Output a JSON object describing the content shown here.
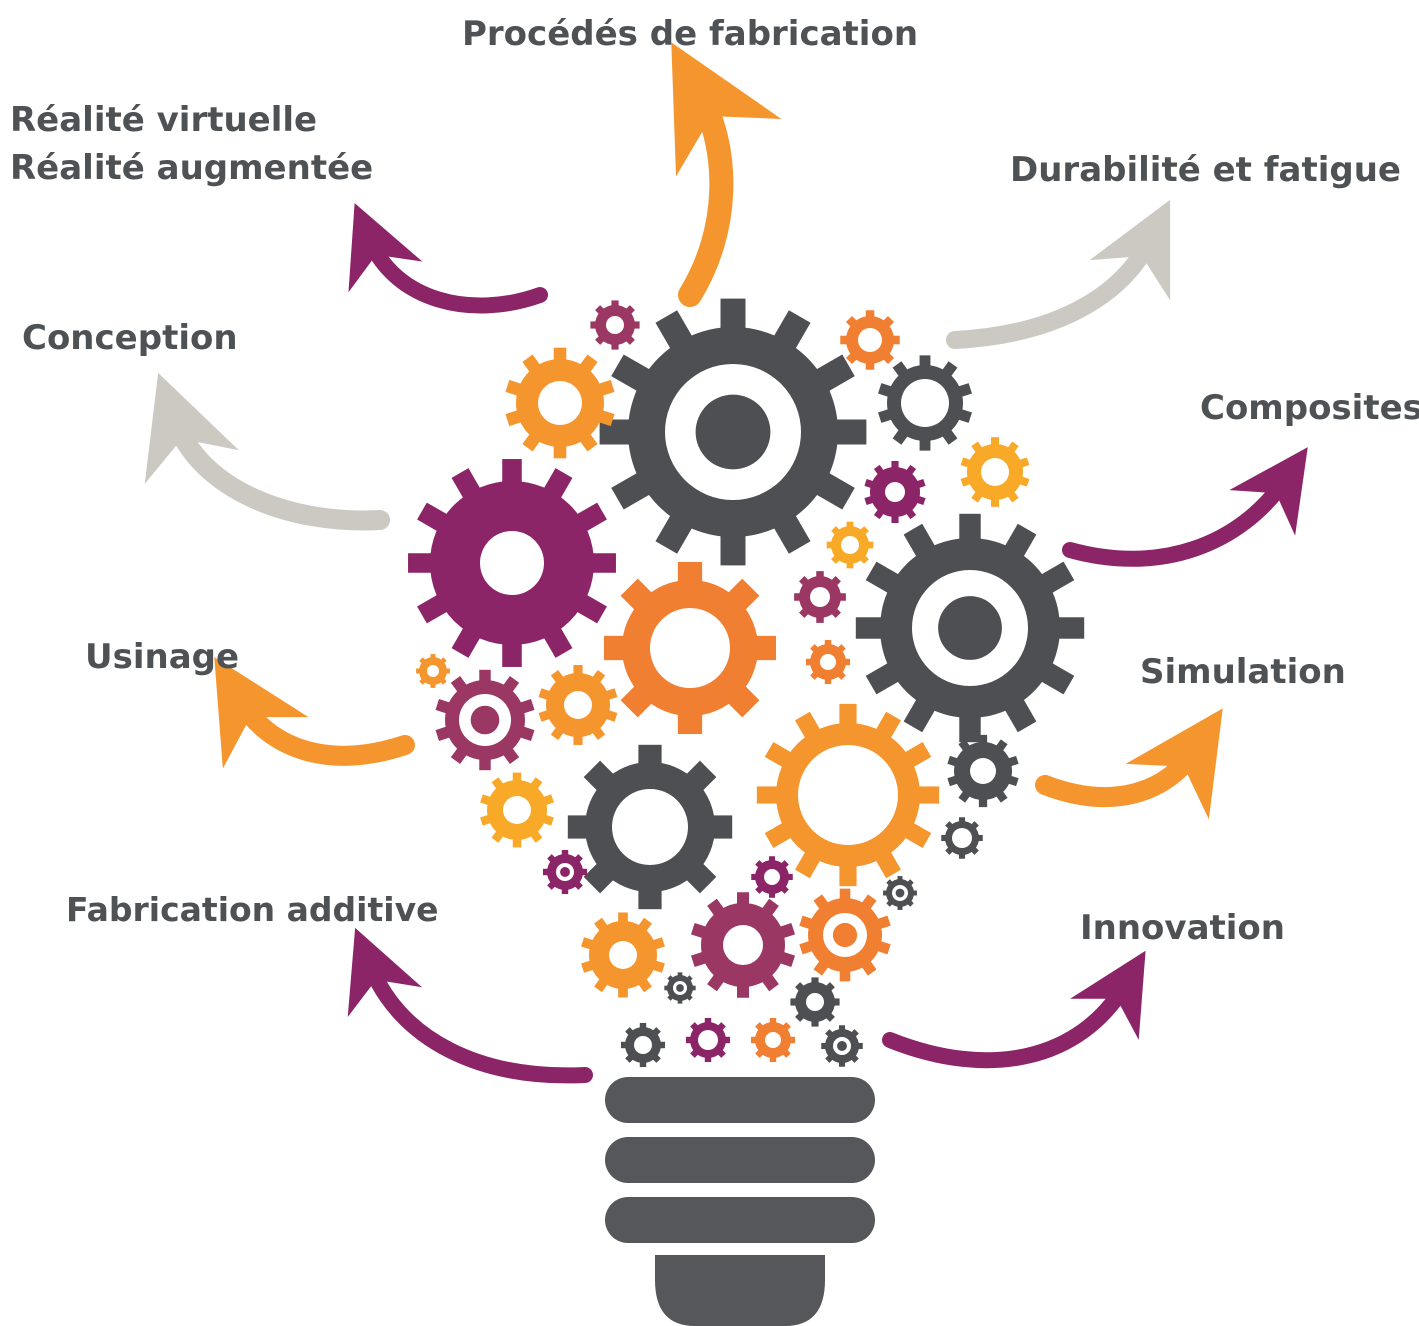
{
  "topics": [
    {
      "id": "procedes",
      "text": "Procédés de fabrication"
    },
    {
      "id": "realite_virtuelle",
      "text": "Réalité virtuelle"
    },
    {
      "id": "realite_augmentee",
      "text": "Réalité augmentée"
    },
    {
      "id": "durabilite",
      "text": "Durabilité et fatigue"
    },
    {
      "id": "conception",
      "text": "Conception"
    },
    {
      "id": "composites",
      "text": "Composites"
    },
    {
      "id": "usinage",
      "text": "Usinage"
    },
    {
      "id": "simulation",
      "text": "Simulation"
    },
    {
      "id": "fabrication_additive",
      "text": "Fabrication additive"
    },
    {
      "id": "innovation",
      "text": "Innovation"
    }
  ],
  "colors": {
    "text": "#4f5254",
    "gray_dark": "#4d4f52",
    "purple": "#8c2468",
    "magenta": "#9b3763",
    "orange": "#f5952e",
    "orange_deep": "#f07f32",
    "yellow": "#f9a928",
    "light_gray": "#cbc9c1",
    "bulb": "#55575a"
  },
  "icons": [
    "gear-icon",
    "arrow-icon",
    "lightbulb-icon"
  ]
}
